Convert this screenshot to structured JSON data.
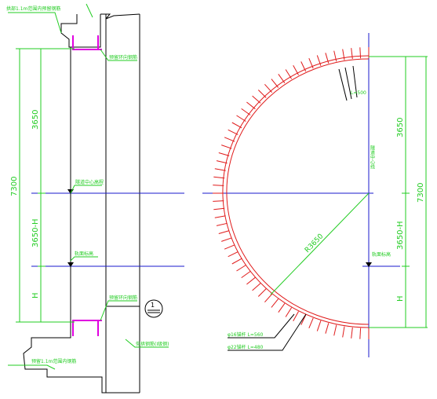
{
  "left_section": {
    "label_top": "拱部1.1m范围内预留钢筋",
    "label_arch_steel": "预留环向钢筋",
    "label_center": "隧道中心高程",
    "label_rail": "轨面标高",
    "label_arch_steel_bottom": "预留环向钢筋",
    "label_invert": "仰拱钢筋(I级钢)",
    "label_bottom": "预留1.1m范围内钢筋",
    "dim_3650": "3650",
    "dim_7300": "7300",
    "dim_3650h": "3650-H",
    "dim_h": "H"
  },
  "right_section": {
    "label_bolt": "L=500",
    "label_axis": "隧道中心线",
    "label_radius": "R3650",
    "label_rail": "轨面标高",
    "label_anchor1": "φ16锚杆 L=560",
    "label_anchor2": "φ22锚杆 L=480",
    "dim_3650": "3650",
    "dim_7300": "7300",
    "dim_3650h": "3650-H",
    "dim_h": "H"
  },
  "colors": {
    "line": "#000000",
    "dimension": "#22cc22",
    "axis": "#1a1acc",
    "rebar": "#e01a1a",
    "anchor": "#e000e0"
  }
}
